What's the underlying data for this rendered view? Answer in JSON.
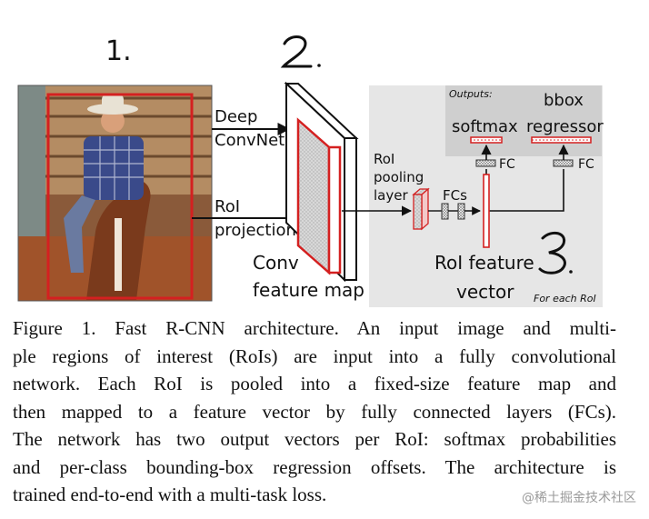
{
  "figure": {
    "step_labels": [
      "1.",
      "2.",
      "3."
    ],
    "input_image_alt": "cowboy on horse",
    "deep_convnet": [
      "Deep",
      "ConvNet"
    ],
    "roi_projection": [
      "RoI",
      "projection"
    ],
    "conv_feature_map": [
      "Conv",
      "feature map"
    ],
    "roi_pooling_layer": [
      "RoI",
      "pooling",
      "layer"
    ],
    "fcs_label": "FCs",
    "outputs_label": "Outputs:",
    "softmax_label": "softmax",
    "bbox_regressor": [
      "bbox",
      "regressor"
    ],
    "fc_label_left": "FC",
    "fc_label_right": "FC",
    "roi_feature_vector": [
      "RoI feature",
      "vector"
    ],
    "for_each_roi": "For each RoI",
    "colors": {
      "roi_red": "#d42020",
      "panel_gray": "#e6e6e6",
      "output_gray": "#cfcfcf",
      "feature_fill": "#d8d8d8"
    }
  },
  "caption": {
    "lines": [
      "Figure 1. Fast R-CNN architecture.  An input image and multi-",
      "ple regions of interest (RoIs) are input into a fully convolutional",
      "network.  Each RoI is pooled into a fixed-size feature map and",
      "then mapped to a feature vector by fully connected layers (FCs).",
      "The network has two output vectors per RoI: softmax probabilities",
      "and per-class bounding-box regression offsets. The architecture is",
      "trained end-to-end with a multi-task loss."
    ]
  },
  "watermark": "@稀土掘金技术社区"
}
